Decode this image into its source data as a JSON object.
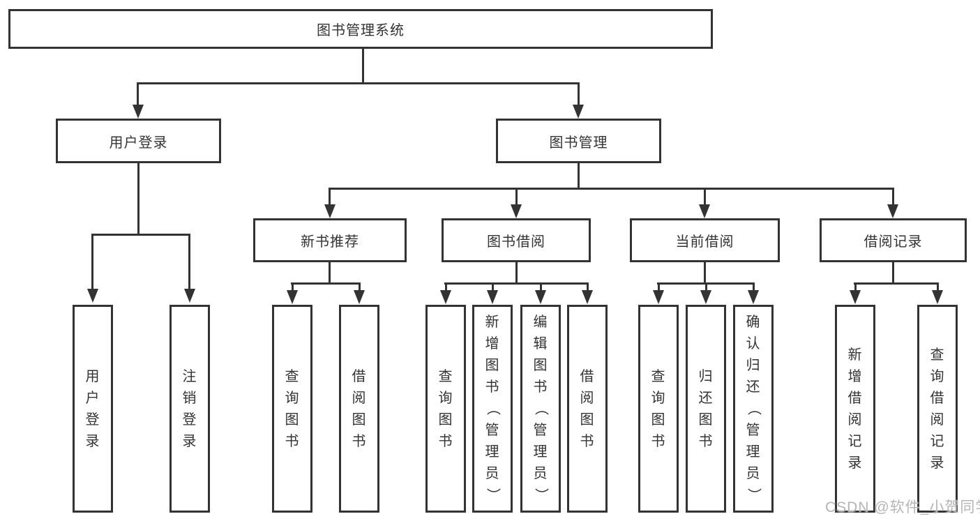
{
  "diagram": {
    "type": "tree",
    "title": "图书管理系统"
  },
  "root": {
    "label": "图书管理系统"
  },
  "level2": {
    "user_login": {
      "label": "用户登录"
    },
    "book_mgmt": {
      "label": "图书管理"
    }
  },
  "level3": {
    "new_books": {
      "label": "新书推荐"
    },
    "borrowing": {
      "label": "图书借阅"
    },
    "current": {
      "label": "当前借阅"
    },
    "records": {
      "label": "借阅记录"
    }
  },
  "leaves": {
    "user_login": [
      "用户登录",
      "注销登录"
    ],
    "new_books": [
      "查询图书",
      "借阅图书"
    ],
    "borrowing": [
      "查询图书",
      "新增图书（管理员）",
      "编辑图书（管理员）",
      "借阅图书"
    ],
    "current": [
      "查询图书",
      "归还图书",
      "确认归还（管理员）"
    ],
    "records": [
      "新增借阅记录",
      "查询借阅记录"
    ]
  },
  "watermark": {
    "text": "CSDN @软件_小贺同学"
  },
  "colors": {
    "line": "#333333",
    "text": "#333333",
    "background": "#ffffff",
    "watermark": "#b5b5b5"
  }
}
